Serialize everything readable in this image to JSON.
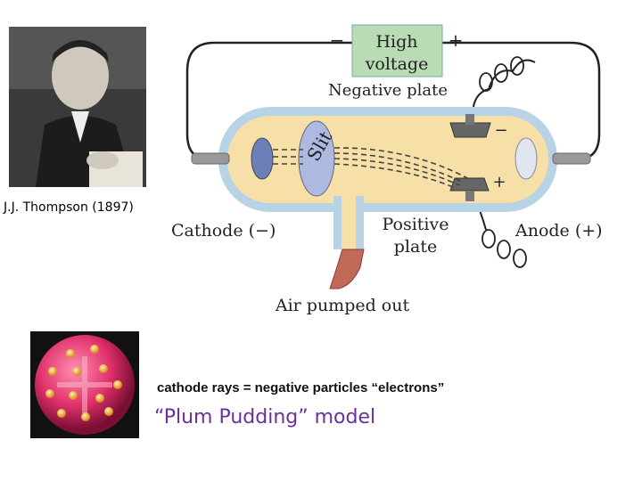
{
  "photo": {
    "caption": "J.J. Thompson (1897)"
  },
  "diagram": {
    "power_box_line1": "High",
    "power_box_line2": "voltage",
    "minus_sign": "−",
    "plus_sign": "+",
    "negative_plate_label": "Negative plate",
    "positive_plate_line1": "Positive",
    "positive_plate_line2": "plate",
    "cathode_label": "Cathode (−)",
    "anode_label": "Anode (+)",
    "slit_label": "Slit",
    "air_label": "Air pumped out",
    "neg_plate_sign": "−",
    "pos_plate_sign": "+"
  },
  "notes": {
    "electrons": "cathode rays = negative particles “electrons”",
    "model": "“Plum Pudding” model"
  },
  "colors": {
    "tube_fill": "#f7dfa8",
    "tube_glass": "#b9d3e6",
    "power_box": "#b9dcb4",
    "model_text": "#6a2fa0",
    "sphere": "#e0306a"
  }
}
